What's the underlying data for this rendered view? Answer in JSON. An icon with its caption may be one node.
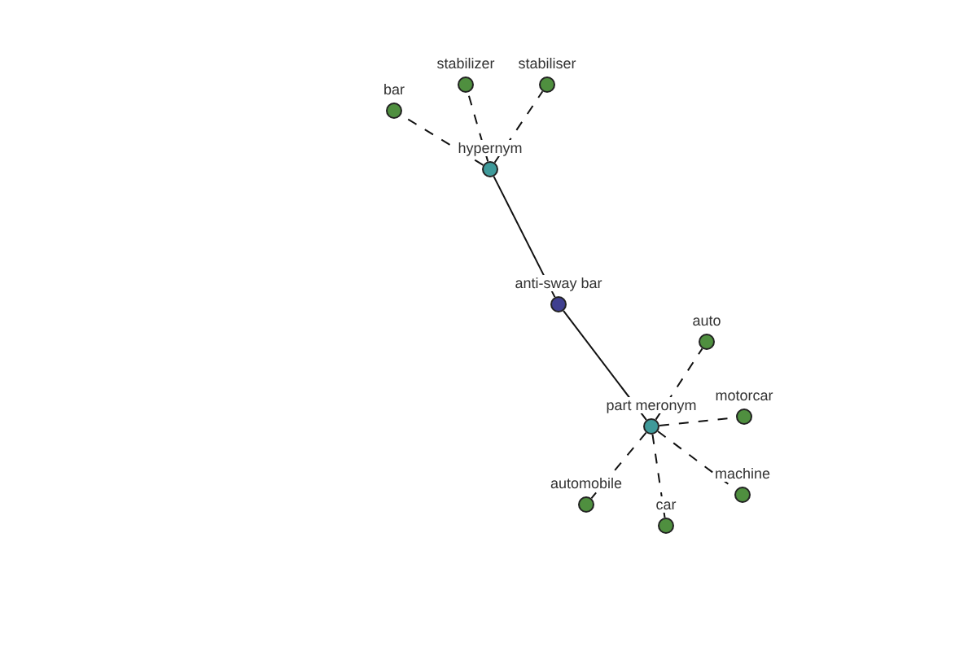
{
  "diagram": {
    "nodes": [
      {
        "text": [
          "stabilizer"
        ]
      },
      {
        "text": [
          "stabiliser"
        ]
      },
      {
        "text": [
          "bar"
        ]
      },
      {
        "text": [
          "hypernym"
        ]
      },
      {
        "text": [
          "anti-sway bar"
        ]
      },
      {
        "text": [
          "auto"
        ]
      },
      {
        "text": [
          "motorcar"
        ]
      },
      {
        "text": [
          "part meronym"
        ]
      },
      {
        "text": [
          "machine"
        ]
      },
      {
        "text": [
          "automobile"
        ]
      },
      {
        "text": [
          "car"
        ]
      }
    ],
    "edges": [
      {
        "from": 3,
        "to": 2,
        "arrow": "none",
        "style": "dashed"
      },
      {
        "from": 3,
        "to": 0,
        "arrow": "none",
        "style": "dashed"
      },
      {
        "from": 3,
        "to": 1,
        "arrow": "none",
        "style": "dashed"
      },
      {
        "from": 3,
        "to": 4,
        "arrow": "none"
      },
      {
        "from": 4,
        "to": 7,
        "arrow": "none"
      },
      {
        "from": 7,
        "to": 5,
        "arrow": "none",
        "style": "dashed"
      },
      {
        "from": 7,
        "to": 6,
        "arrow": "none",
        "style": "dashed"
      },
      {
        "from": 7,
        "to": 8,
        "arrow": "none",
        "style": "dashed"
      },
      {
        "from": 7,
        "to": 9,
        "arrow": "none",
        "style": "dashed"
      },
      {
        "from": 7,
        "to": 10,
        "arrow": "none",
        "style": "dashed"
      }
    ]
  }
}
